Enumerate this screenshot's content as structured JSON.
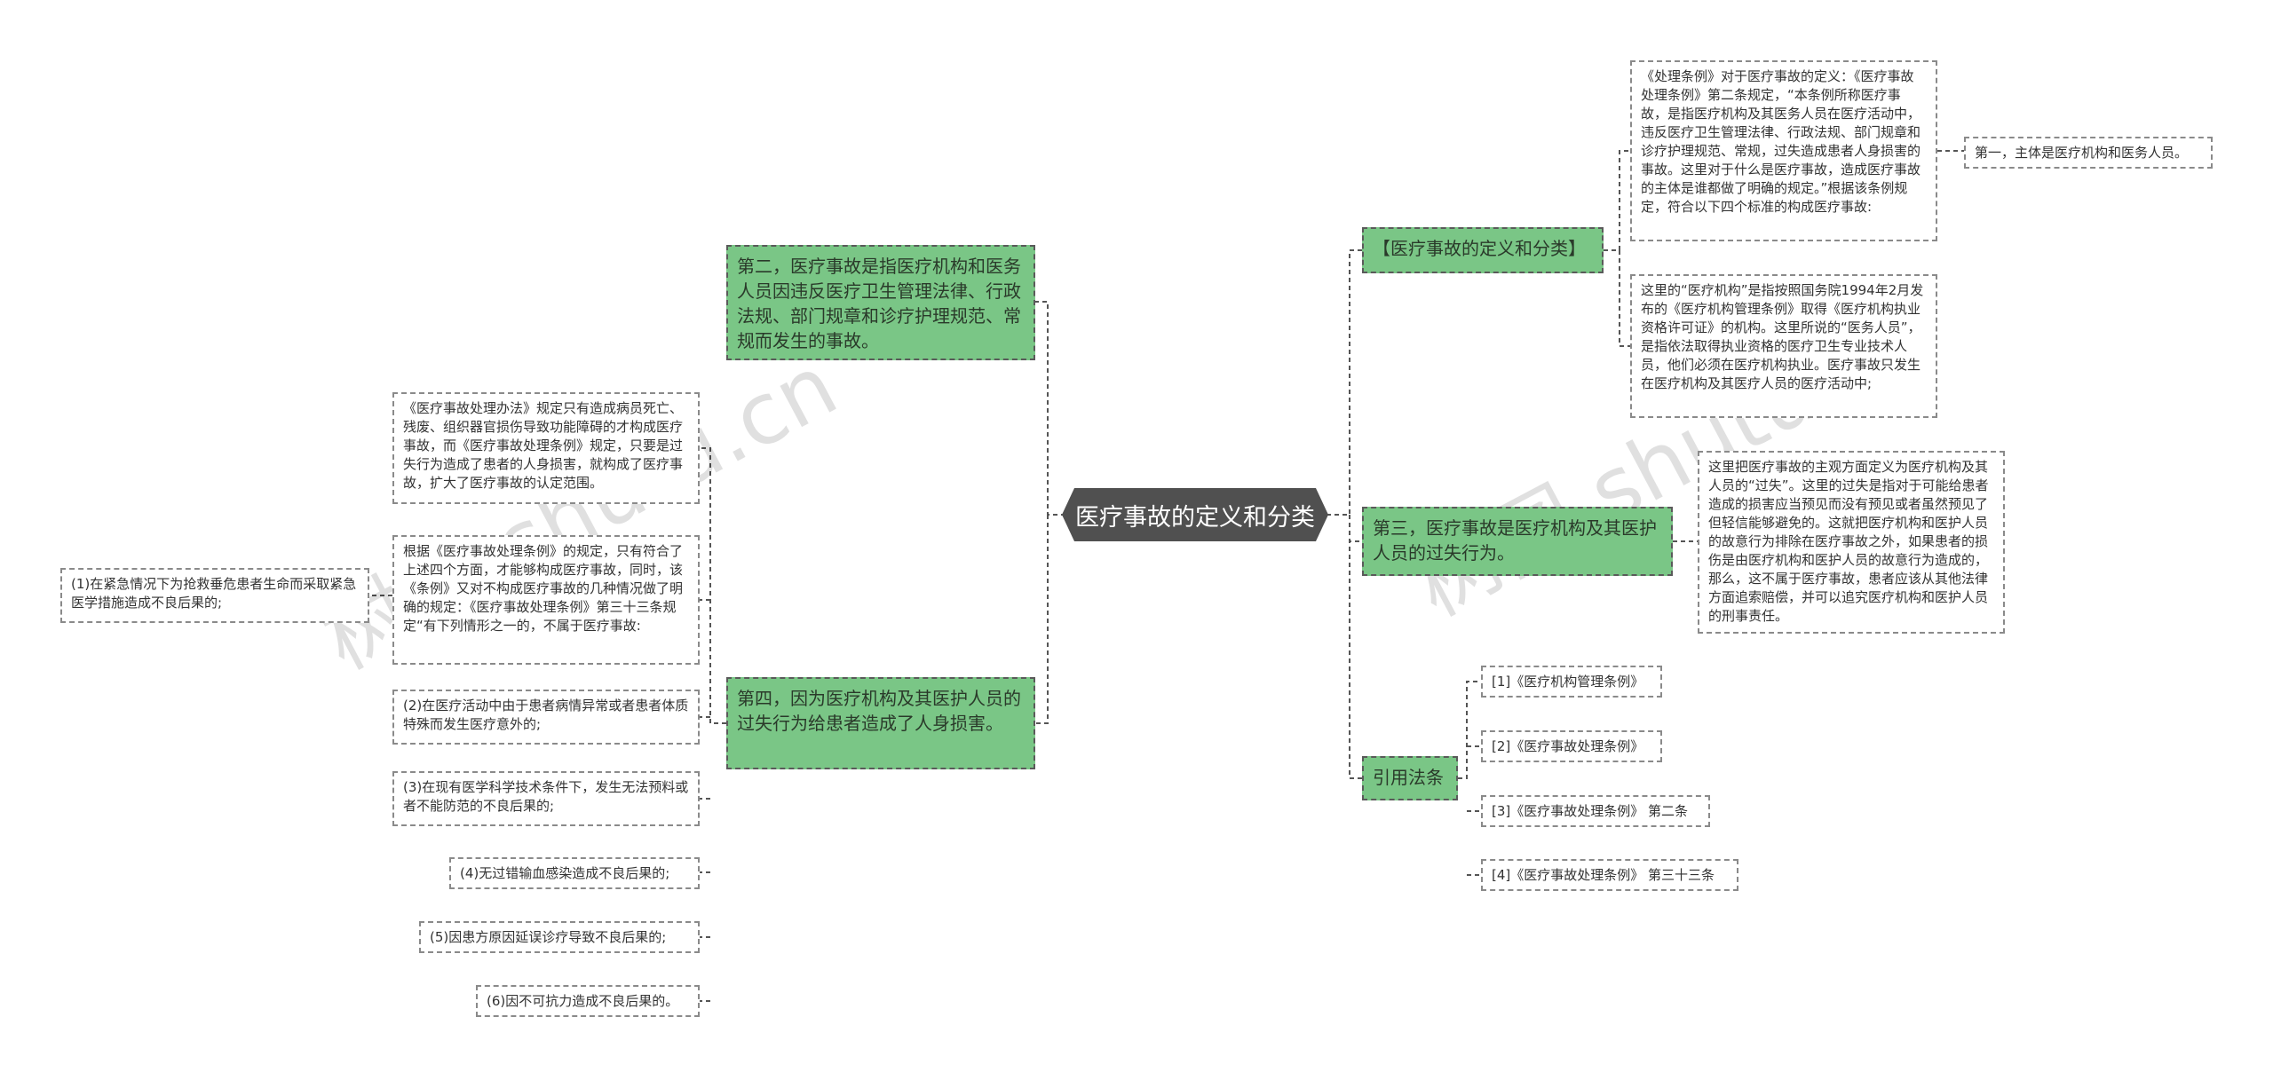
{
  "root": {
    "label": "医疗事故的定义和分类"
  },
  "left": {
    "second": {
      "label": "第二，医疗事故是指医疗机构和医务人员因违反医疗卫生管理法律、行政法规、部门规章和诊疗护理规范、常规而发生的事故。"
    },
    "fourth": {
      "label": "第四，因为医疗机构及其医护人员的过失行为给患者造成了人身损害。",
      "children": [
        "《医疗事故处理办法》规定只有造成病员死亡、残废、组织器官损伤导致功能障碍的才构成医疗事故，而《医疗事故处理条例》规定，只要是过失行为造成了患者的人身损害，就构成了医疗事故，扩大了医疗事故的认定范围。",
        "根据《医疗事故处理条例》的规定，只有符合了上述四个方面，才能够构成医疗事故，同时，该《条例》又对不构成医疗事故的几种情况做了明确的规定：《医疗事故处理条例》第三十三条规定“有下列情形之一的，不属于医疗事故:",
        "(2)在医疗活动中由于患者病情异常或者患者体质特殊而发生医疗意外的;",
        "(3)在现有医学科学技术条件下，发生无法预料或者不能防范的不良后果的;",
        "(4)无过错输血感染造成不良后果的;",
        "(5)因患方原因延误诊疗导致不良后果的;",
        "(6)因不可抗力造成不良后果的。"
      ],
      "grandchild": "(1)在紧急情况下为抢救垂危患者生命而采取紧急医学措施造成不良后果的;"
    }
  },
  "right": {
    "definition": {
      "label": "【医疗事故的定义和分类】",
      "children": [
        "《处理条例》对于医疗事故的定义：《医疗事故处理条例》第二条规定，“本条例所称医疗事故，是指医疗机构及其医务人员在医疗活动中，违反医疗卫生管理法律、行政法规、部门规章和诊疗护理规范、常规，过失造成患者人身损害的事故。这里对于什么是医疗事故，造成医疗事故的主体是谁都做了明确的规定。”根据该条例规定，符合以下四个标准的构成医疗事故:",
        "这里的“医疗机构”是指按照国务院1994年2月发布的《医疗机构管理条例》取得《医疗机构执业资格许可证》的机构。这里所说的“医务人员”，是指依法取得执业资格的医疗卫生专业技术人员，他们必须在医疗机构执业。医疗事故只发生在医疗机构及其医疗人员的医疗活动中;"
      ],
      "grandchild": "第一，主体是医疗机构和医务人员。"
    },
    "third": {
      "label": "第三，医疗事故是医疗机构及其医护人员的过失行为。",
      "child": "这里把医疗事故的主观方面定义为医疗机构及其人员的“过失”。这里的过失是指对于可能给患者造成的损害应当预见而没有预见或者虽然预见了但轻信能够避免的。这就把医疗机构和医护人员的故意行为排除在医疗事故之外，如果患者的损伤是由医疗机构和医护人员的故意行为造成的，那么，这不属于医疗事故，患者应该从其他法律方面追索赔偿，并可以追究医疗机构和医护人员的刑事责任。"
    },
    "references": {
      "label": "引用法条",
      "children": [
        "[1]《医疗机构管理条例》",
        "[2]《医疗事故处理条例》",
        "[3]《医疗事故处理条例》 第二条",
        "[4]《医疗事故处理条例》 第三十三条"
      ]
    }
  },
  "watermarks": [
    "树图 shutu.cn",
    "树图 shutu.cn"
  ]
}
